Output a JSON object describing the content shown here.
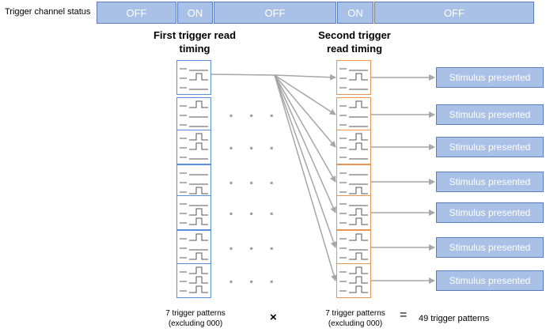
{
  "status_row": {
    "label": "Trigger channel status",
    "segments": [
      {
        "label": "OFF",
        "state": "off"
      },
      {
        "label": "ON",
        "state": "on"
      },
      {
        "label": "OFF",
        "state": "off"
      },
      {
        "label": "ON",
        "state": "on"
      },
      {
        "label": "OFF",
        "state": "off"
      }
    ]
  },
  "headings": {
    "first": "First trigger read timing",
    "second": "Second trigger read timing"
  },
  "stimulus_label": "Stimulus presented",
  "dots": "▪ ▪ ▪",
  "captions": {
    "left": "7 trigger patterns (excluding 000)",
    "right": "7 trigger patterns (excluding 000)",
    "times": "×",
    "equals": "=",
    "total": "49 trigger patterns"
  },
  "patterns": [
    [
      0,
      1,
      0
    ],
    [
      1,
      0,
      0
    ],
    [
      1,
      1,
      0
    ],
    [
      0,
      0,
      1
    ],
    [
      0,
      1,
      1
    ],
    [
      1,
      0,
      1
    ],
    [
      1,
      1,
      1
    ]
  ],
  "colors": {
    "bar_fill": "#a9c1e6",
    "bar_border": "#5a7fb8",
    "first_thumb_border": "#5b8fd6",
    "second_thumb_border": "#e69552",
    "connector": "#a6a6a6"
  }
}
